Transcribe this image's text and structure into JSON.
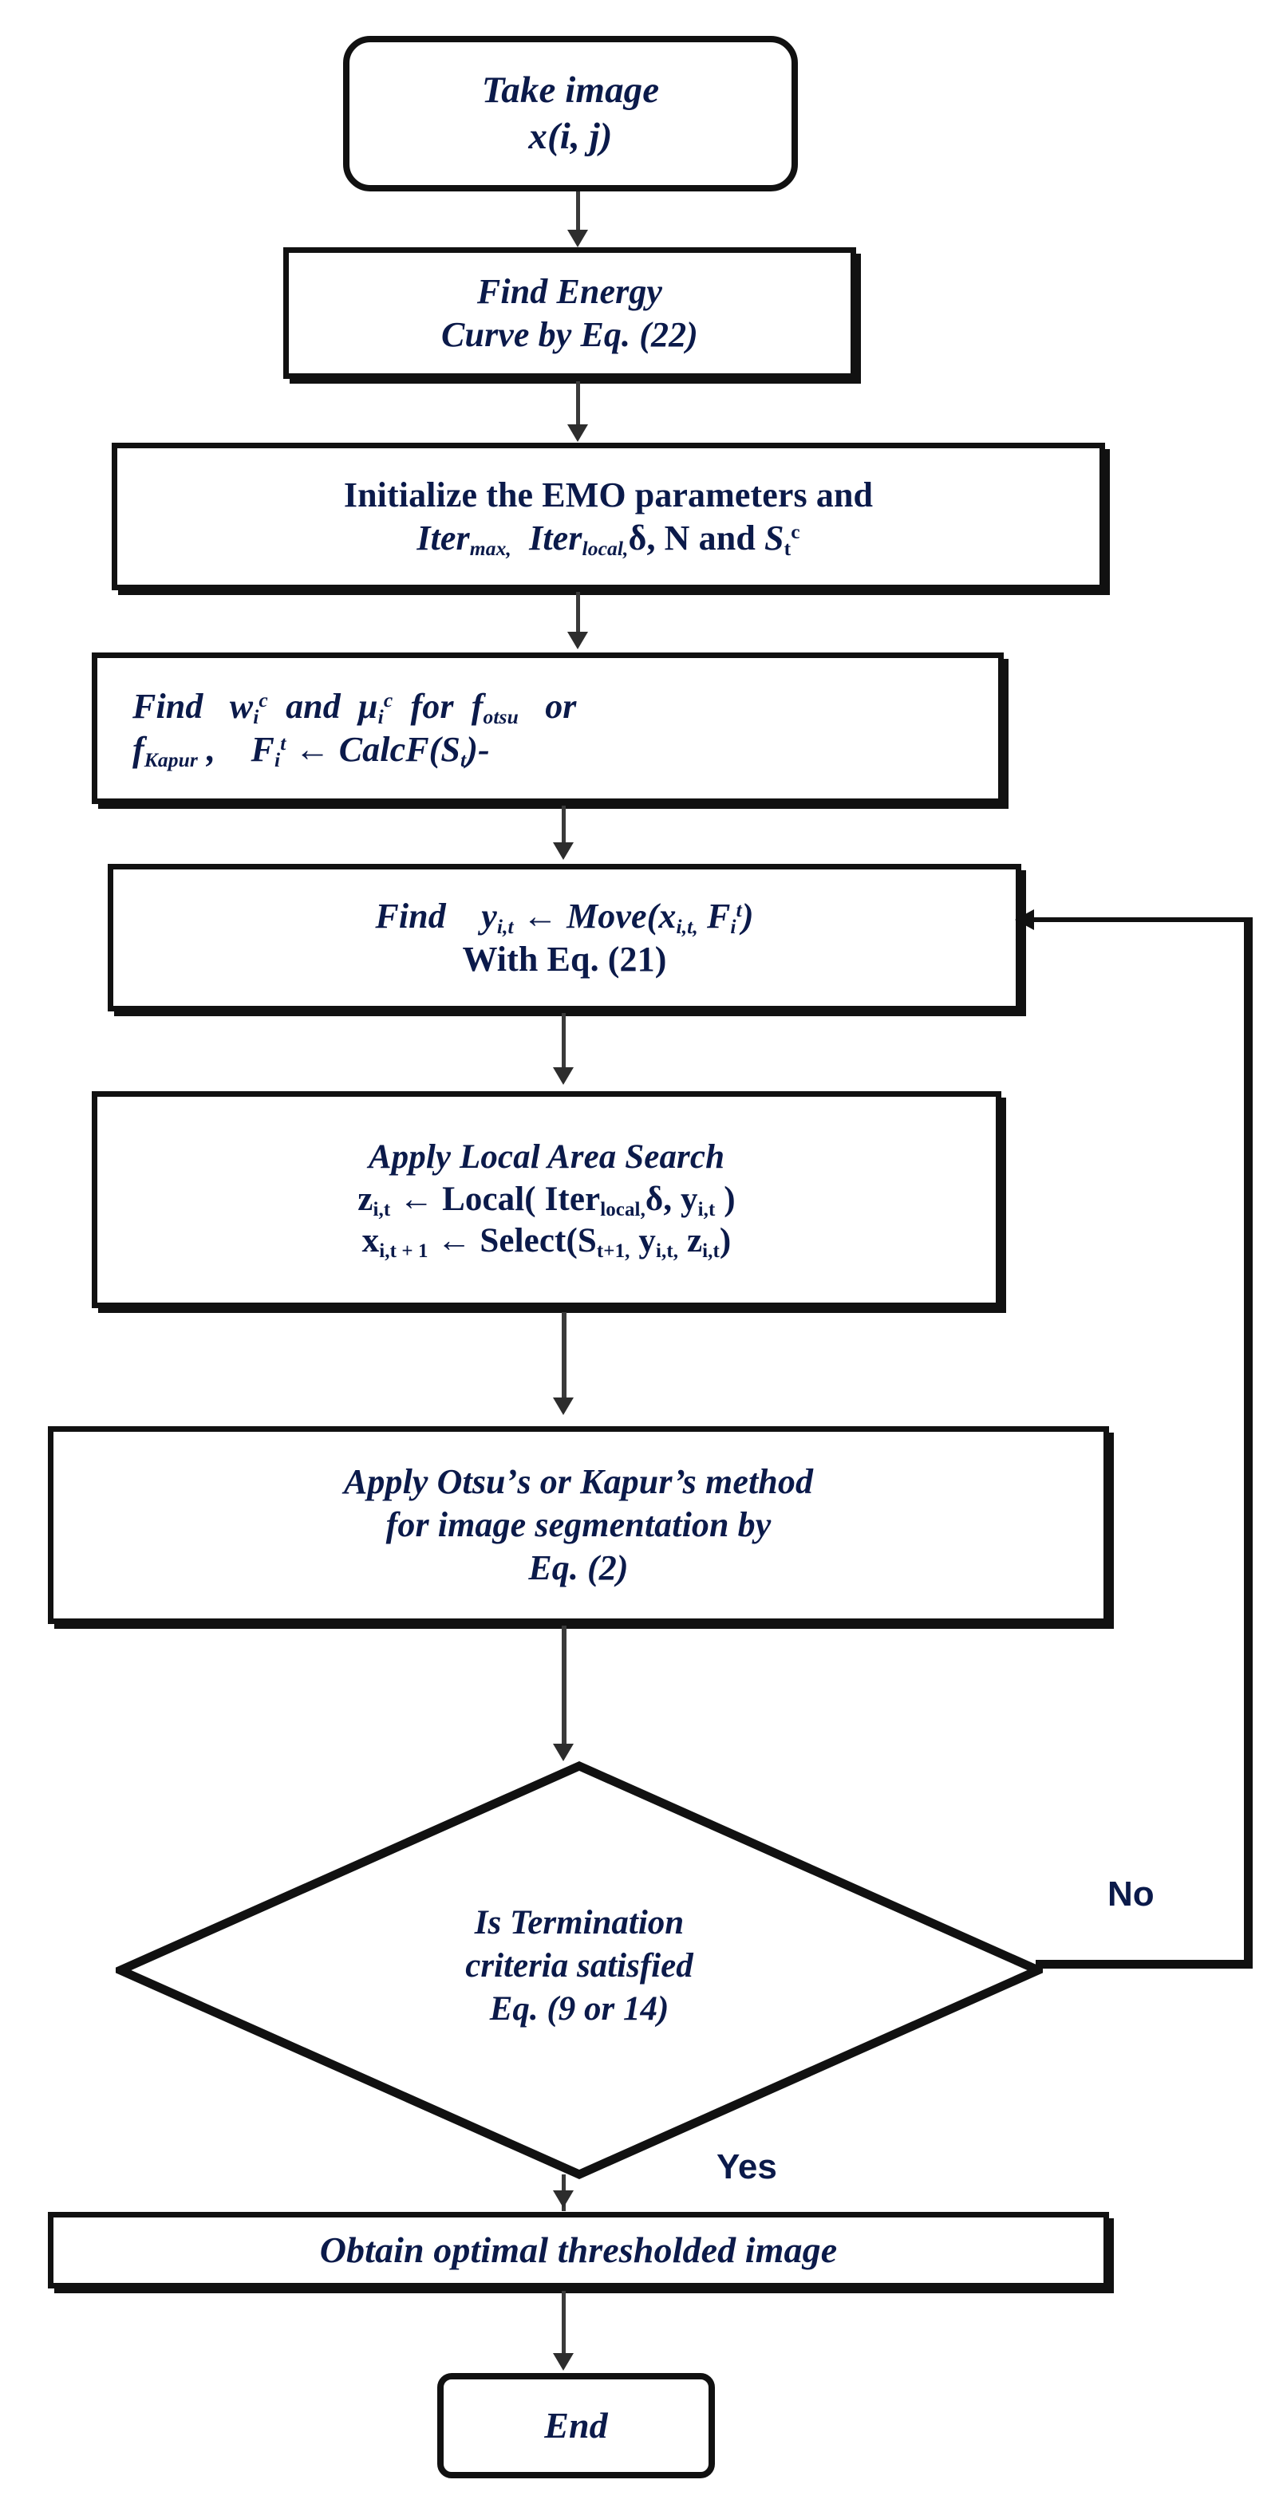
{
  "diagram": {
    "title": "EMO-based multilevel image thresholding flowchart",
    "type": "flowchart",
    "colors": {
      "text": "#0b1a4a",
      "stroke": "#111111",
      "connector": "#3a3a3a",
      "background": "#ffffff"
    }
  },
  "nodes": {
    "start": {
      "shape": "terminal",
      "line1": "Take image",
      "line2_base": "x",
      "line2_args": "(i, j)"
    },
    "energy": {
      "shape": "process",
      "line1": "Find Energy",
      "line2": "Curve by Eq. (22)"
    },
    "initialize": {
      "shape": "process",
      "line1": "Initialize the EMO parameters and",
      "line2_a": "Iter",
      "line2_a_sub": "max,",
      "line2_b": "Iter",
      "line2_b_sub": "local,",
      "line2_c": "δ,  N and ",
      "line2_d": "S",
      "line2_d_sub": "t",
      "line2_d_sup": "c"
    },
    "find_w_mu": {
      "shape": "process",
      "l1_find": "Find",
      "l1_w": "w",
      "l1_w_sub": "i",
      "l1_w_sup": "c",
      "l1_and": "and",
      "l1_mu": "μ",
      "l1_mu_sub": "i",
      "l1_mu_sup": "c",
      "l1_for": "for",
      "l1_f": "f",
      "l1_f_sub": "otsu",
      "l1_or": "or",
      "l2_f": "f",
      "l2_f_sub": "Kapur",
      "l2_comma": ",",
      "l2_F": "F",
      "l2_F_sub": "i",
      "l2_F_sup": "t",
      "l2_arrow": "←",
      "l2_calc": "CalcF(S",
      "l2_calc_sub": "t",
      "l2_calc_end": ")-"
    },
    "move": {
      "shape": "process",
      "l1_find": "Find",
      "l1_y": "y",
      "l1_y_sub": "i,t",
      "l1_arrow": "←",
      "l1_move": "Move(x",
      "l1_x_sub": "i,t,",
      "l1_F": "F",
      "l1_F_sub": "i",
      "l1_F_sup": "t",
      "l1_close": ")",
      "l2": "With Eq. (21)"
    },
    "local_search": {
      "shape": "process",
      "title": "Apply Local Area Search",
      "l2_z": "z",
      "l2_z_sub": "i,t",
      "l2_arrow": "←",
      "l2_local": "Local( Iter",
      "l2_local_sub": "local,",
      "l2_delta": "δ, y",
      "l2_y_sub": "i,t",
      "l2_close": " )",
      "l3_x": "x",
      "l3_x_sub": "i,t + 1",
      "l3_arrow": "←",
      "l3_select": "Select(S",
      "l3_s_sub": "t+1,",
      "l3_y": "y",
      "l3_y_sub": "i,t,",
      "l3_z": "z",
      "l3_z_sub": "i,t",
      "l3_close": ")"
    },
    "segmentation": {
      "shape": "process",
      "line1": "Apply Otsuʼs  or Kapur’s method",
      "line2": "for image segmentation by",
      "line3": "Eq. (2)"
    },
    "decision": {
      "shape": "diamond",
      "line1": "Is Termination",
      "line2": "criteria satisfied",
      "line3": "Eq. (9 or 14)"
    },
    "result": {
      "shape": "process",
      "line1": "Obtain optimal thresholded image"
    },
    "end": {
      "shape": "terminal",
      "line1": "End"
    }
  },
  "edges": {
    "no_label": "No",
    "yes_label": "Yes"
  }
}
